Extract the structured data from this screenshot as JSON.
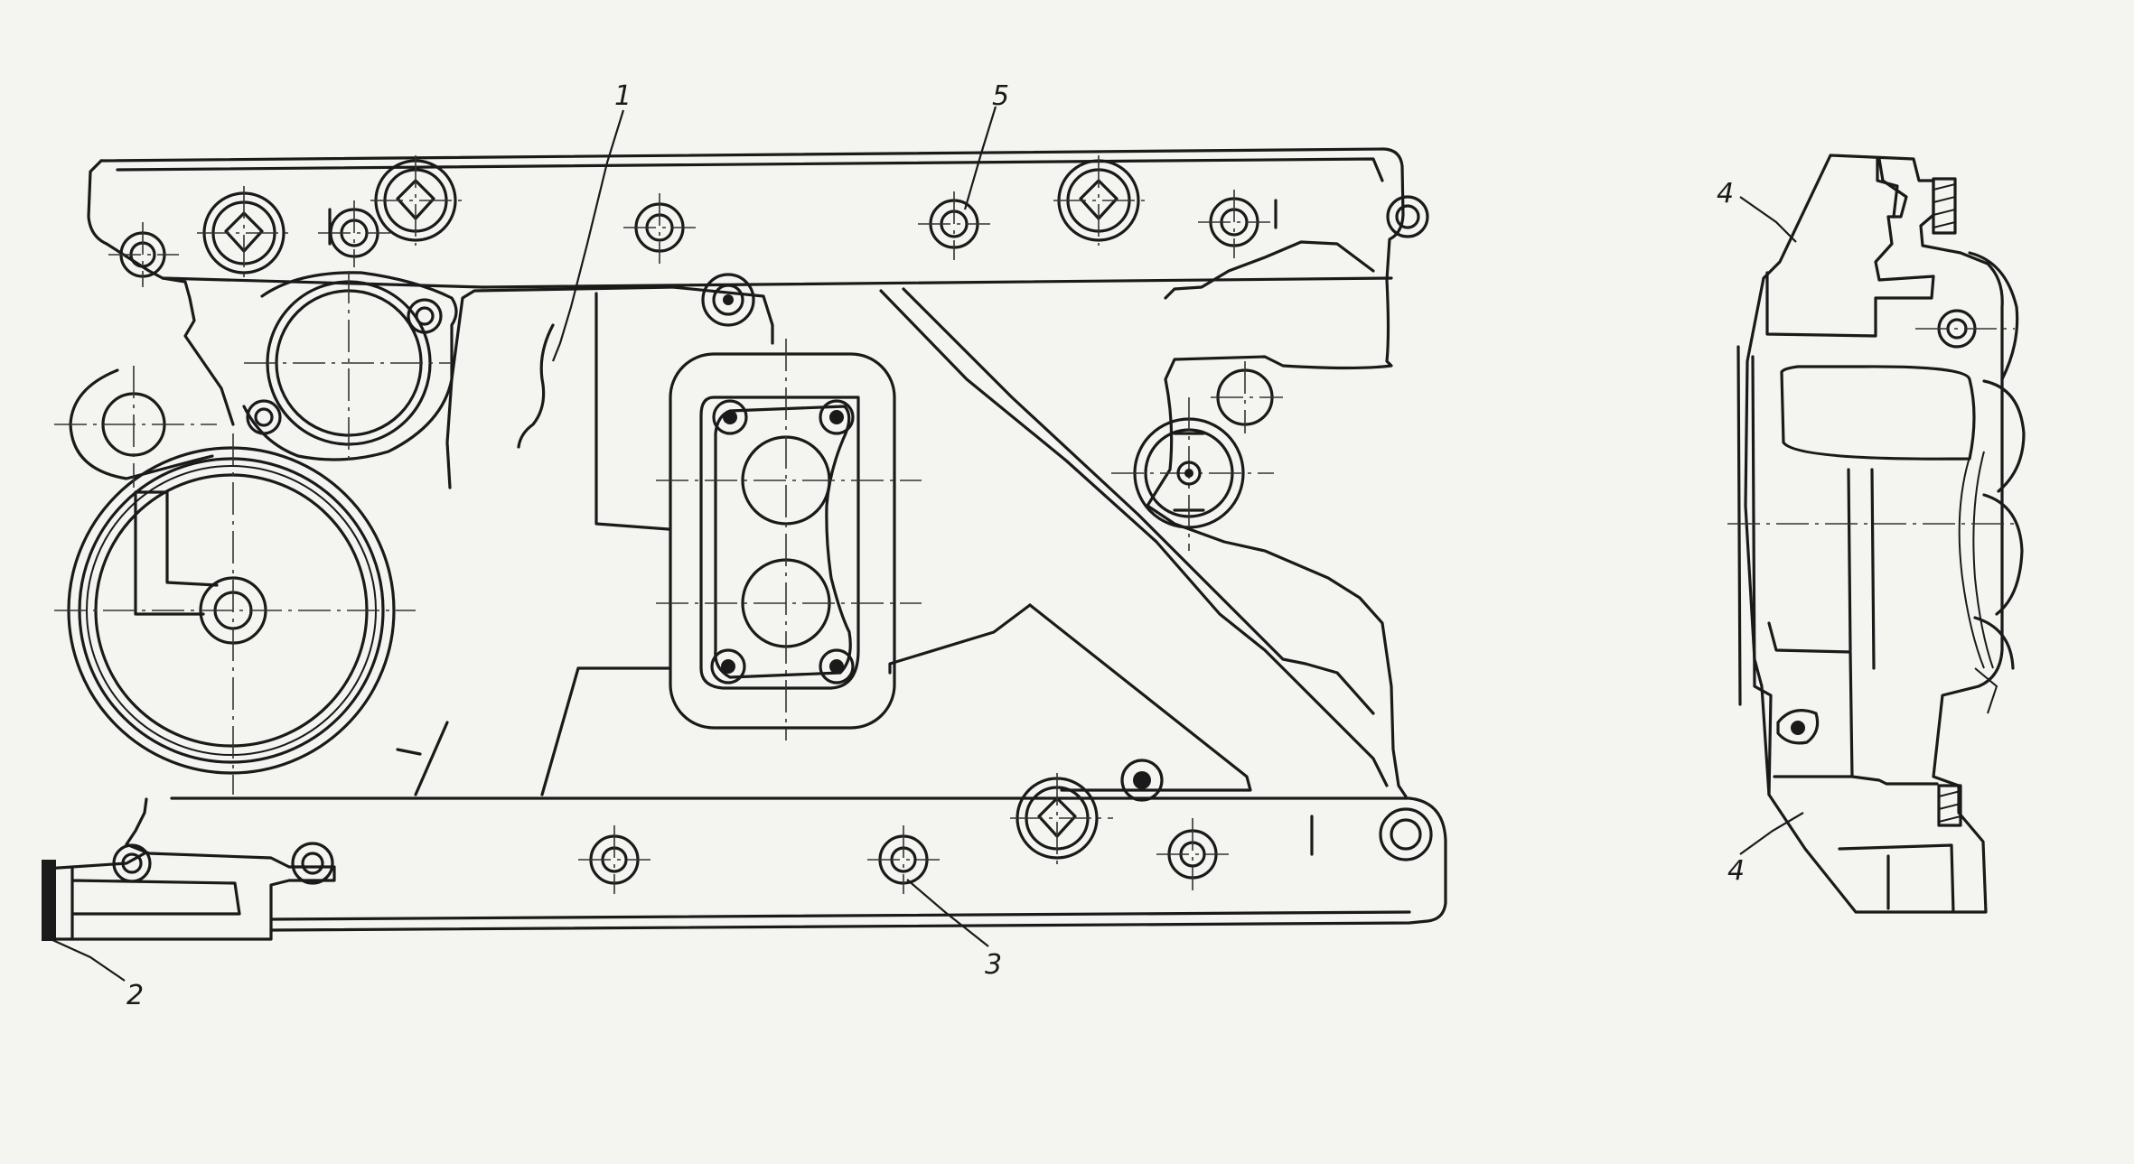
{
  "labels": {
    "l1": "1",
    "l2": "2",
    "l3": "3",
    "l4a": "4",
    "l4b": "4",
    "l5": "5"
  },
  "colors": {
    "ink": "#1a1a1a",
    "paper": "#f4f4f1"
  }
}
